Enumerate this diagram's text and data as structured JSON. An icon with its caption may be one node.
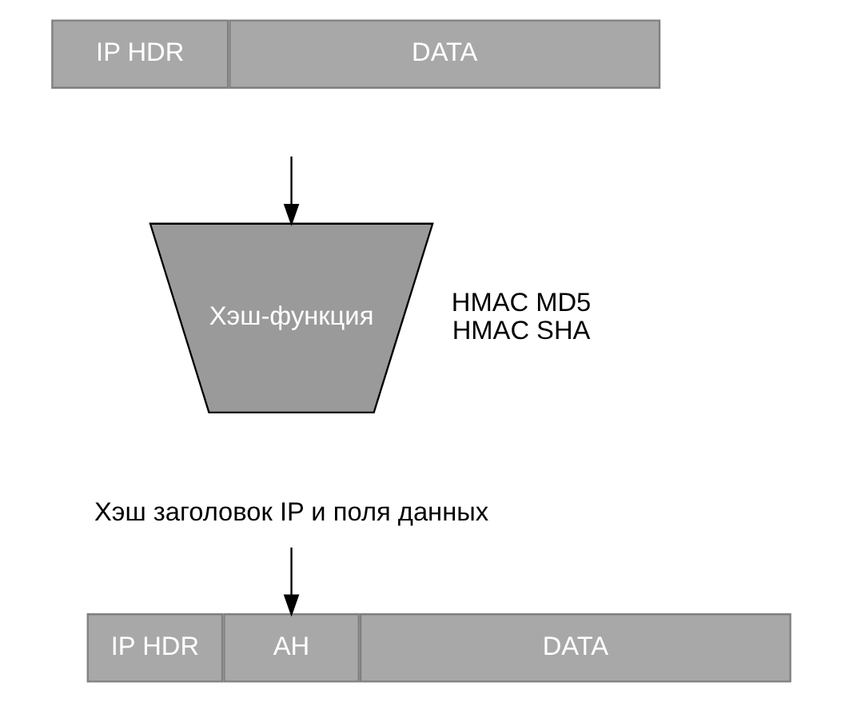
{
  "diagram": {
    "nodes": [
      {
        "text": [
          "IP HDR"
        ]
      },
      {
        "text": [
          "DATA"
        ]
      },
      {
        "text": [
          "Хэш-функция"
        ]
      },
      {
        "text": [
          "Хэш заголовок IP и поля данных"
        ]
      },
      {
        "text": [
          "IP HDR"
        ]
      },
      {
        "text": [
          "AH"
        ]
      },
      {
        "text": [
          "DATA"
        ]
      }
    ],
    "edges": [
      {
        "from": null,
        "to": 2,
        "arrow": "to"
      },
      {
        "from": 3,
        "to": 5,
        "arrow": "to"
      }
    ],
    "labels": [
      "HMAC MD5",
      "HMAC SHA"
    ]
  }
}
